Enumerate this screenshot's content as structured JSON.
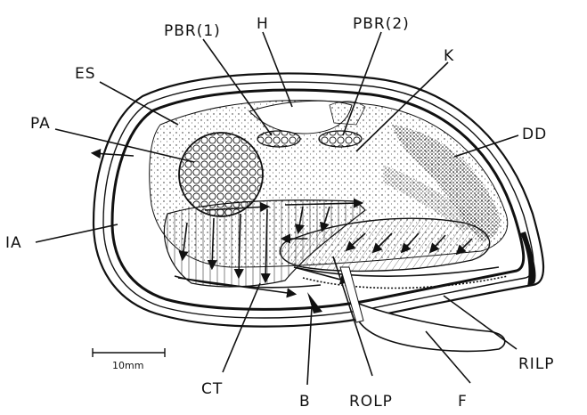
{
  "labels": {
    "pbr1": "PBR(1)",
    "h": "H",
    "pbr2": "PBR(2)",
    "k": "K",
    "es": "ES",
    "pa": "PA",
    "dd": "DD",
    "ia": "IA",
    "rilp": "RILP",
    "ct": "CT",
    "b": "B",
    "rolp": "ROLP",
    "f": "F"
  },
  "scale_bar": {
    "label": "10mm"
  },
  "colors": {
    "ink": "#111111",
    "paper": "#ffffff"
  }
}
